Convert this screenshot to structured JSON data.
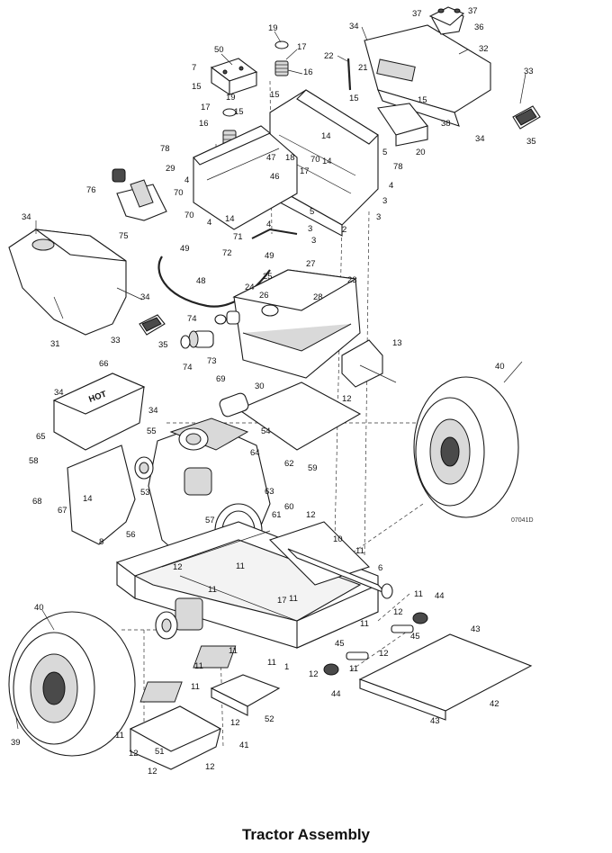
{
  "caption": "Tractor Assembly",
  "drawing_code": "07041D",
  "callouts": [
    {
      "id": "c1",
      "text": "1"
    },
    {
      "id": "c2",
      "text": "2"
    },
    {
      "id": "c3a",
      "text": "3"
    },
    {
      "id": "c3b",
      "text": "3"
    },
    {
      "id": "c3c",
      "text": "3"
    },
    {
      "id": "c3d",
      "text": "3"
    },
    {
      "id": "c4a",
      "text": "4"
    },
    {
      "id": "c4b",
      "text": "4"
    },
    {
      "id": "c4c",
      "text": "4"
    },
    {
      "id": "c4d",
      "text": "4"
    },
    {
      "id": "c5a",
      "text": "5"
    },
    {
      "id": "c5b",
      "text": "5"
    },
    {
      "id": "c6",
      "text": "6"
    },
    {
      "id": "c7",
      "text": "7"
    },
    {
      "id": "c8",
      "text": "8"
    },
    {
      "id": "c10",
      "text": "10"
    },
    {
      "id": "c11a",
      "text": "11"
    },
    {
      "id": "c11b",
      "text": "11"
    },
    {
      "id": "c11c",
      "text": "11"
    },
    {
      "id": "c11d",
      "text": "11"
    },
    {
      "id": "c11e",
      "text": "11"
    },
    {
      "id": "c11f",
      "text": "11"
    },
    {
      "id": "c11g",
      "text": "11"
    },
    {
      "id": "c11h",
      "text": "11"
    },
    {
      "id": "c11i",
      "text": "11"
    },
    {
      "id": "c11j",
      "text": "11"
    },
    {
      "id": "c11k",
      "text": "11"
    },
    {
      "id": "c12a",
      "text": "12"
    },
    {
      "id": "c12b",
      "text": "12"
    },
    {
      "id": "c12c",
      "text": "12"
    },
    {
      "id": "c12d",
      "text": "12"
    },
    {
      "id": "c12e",
      "text": "12"
    },
    {
      "id": "c12f",
      "text": "12"
    },
    {
      "id": "c12g",
      "text": "12"
    },
    {
      "id": "c12h",
      "text": "12"
    },
    {
      "id": "c12i",
      "text": "12"
    },
    {
      "id": "c12j",
      "text": "12"
    },
    {
      "id": "c13",
      "text": "13"
    },
    {
      "id": "c14a",
      "text": "14"
    },
    {
      "id": "c14b",
      "text": "14"
    },
    {
      "id": "c14c",
      "text": "14"
    },
    {
      "id": "c15a",
      "text": "15"
    },
    {
      "id": "c15b",
      "text": "15"
    },
    {
      "id": "c15c",
      "text": "15"
    },
    {
      "id": "c15d",
      "text": "15"
    },
    {
      "id": "c15e",
      "text": "15"
    },
    {
      "id": "c16a",
      "text": "16"
    },
    {
      "id": "c16b",
      "text": "16"
    },
    {
      "id": "c17a",
      "text": "17"
    },
    {
      "id": "c17b",
      "text": "17"
    },
    {
      "id": "c17c",
      "text": "17"
    },
    {
      "id": "c18",
      "text": "18"
    },
    {
      "id": "c19a",
      "text": "19"
    },
    {
      "id": "c19b",
      "text": "19"
    },
    {
      "id": "c20",
      "text": "20"
    },
    {
      "id": "c21",
      "text": "21"
    },
    {
      "id": "c22",
      "text": "22"
    },
    {
      "id": "c23",
      "text": "23"
    },
    {
      "id": "c24",
      "text": "24"
    },
    {
      "id": "c25",
      "text": "25"
    },
    {
      "id": "c26",
      "text": "26"
    },
    {
      "id": "c27",
      "text": "27"
    },
    {
      "id": "c28",
      "text": "28"
    },
    {
      "id": "c29",
      "text": "29"
    },
    {
      "id": "c30",
      "text": "30"
    },
    {
      "id": "c31",
      "text": "31"
    },
    {
      "id": "c32",
      "text": "32"
    },
    {
      "id": "c33a",
      "text": "33"
    },
    {
      "id": "c33b",
      "text": "33"
    },
    {
      "id": "c34a",
      "text": "34"
    },
    {
      "id": "c34b",
      "text": "34"
    },
    {
      "id": "c34c",
      "text": "34"
    },
    {
      "id": "c34d",
      "text": "34"
    },
    {
      "id": "c34e",
      "text": "34"
    },
    {
      "id": "c34f",
      "text": "34"
    },
    {
      "id": "c35a",
      "text": "35"
    },
    {
      "id": "c35b",
      "text": "35"
    },
    {
      "id": "c36",
      "text": "36"
    },
    {
      "id": "c37a",
      "text": "37"
    },
    {
      "id": "c37b",
      "text": "37"
    },
    {
      "id": "c38",
      "text": "38"
    },
    {
      "id": "c39",
      "text": "39"
    },
    {
      "id": "c40a",
      "text": "40"
    },
    {
      "id": "c40b",
      "text": "40"
    },
    {
      "id": "c41",
      "text": "41"
    },
    {
      "id": "c42",
      "text": "42"
    },
    {
      "id": "c43a",
      "text": "43"
    },
    {
      "id": "c43b",
      "text": "43"
    },
    {
      "id": "c44a",
      "text": "44"
    },
    {
      "id": "c44b",
      "text": "44"
    },
    {
      "id": "c45a",
      "text": "45"
    },
    {
      "id": "c45b",
      "text": "45"
    },
    {
      "id": "c46",
      "text": "46"
    },
    {
      "id": "c47",
      "text": "47"
    },
    {
      "id": "c48",
      "text": "48"
    },
    {
      "id": "c49a",
      "text": "49"
    },
    {
      "id": "c49b",
      "text": "49"
    },
    {
      "id": "c50",
      "text": "50"
    },
    {
      "id": "c51",
      "text": "51"
    },
    {
      "id": "c52",
      "text": "52"
    },
    {
      "id": "c53",
      "text": "53"
    },
    {
      "id": "c54",
      "text": "54"
    },
    {
      "id": "c55",
      "text": "55"
    },
    {
      "id": "c56",
      "text": "56"
    },
    {
      "id": "c57",
      "text": "57"
    },
    {
      "id": "c58",
      "text": "58"
    },
    {
      "id": "c59",
      "text": "59"
    },
    {
      "id": "c60",
      "text": "60"
    },
    {
      "id": "c61",
      "text": "61"
    },
    {
      "id": "c62",
      "text": "62"
    },
    {
      "id": "c63",
      "text": "63"
    },
    {
      "id": "c64",
      "text": "64"
    },
    {
      "id": "c65",
      "text": "65"
    },
    {
      "id": "c66",
      "text": "66"
    },
    {
      "id": "c67",
      "text": "67"
    },
    {
      "id": "c68",
      "text": "68"
    },
    {
      "id": "c69",
      "text": "69"
    },
    {
      "id": "c70a",
      "text": "70"
    },
    {
      "id": "c70b",
      "text": "70"
    },
    {
      "id": "c70c",
      "text": "70"
    },
    {
      "id": "c71",
      "text": "71"
    },
    {
      "id": "c72",
      "text": "72"
    },
    {
      "id": "c73",
      "text": "73"
    },
    {
      "id": "c74a",
      "text": "74"
    },
    {
      "id": "c74b",
      "text": "74"
    },
    {
      "id": "c75",
      "text": "75"
    },
    {
      "id": "c76",
      "text": "76"
    },
    {
      "id": "c78a",
      "text": "78"
    },
    {
      "id": "c78b",
      "text": "78"
    }
  ]
}
